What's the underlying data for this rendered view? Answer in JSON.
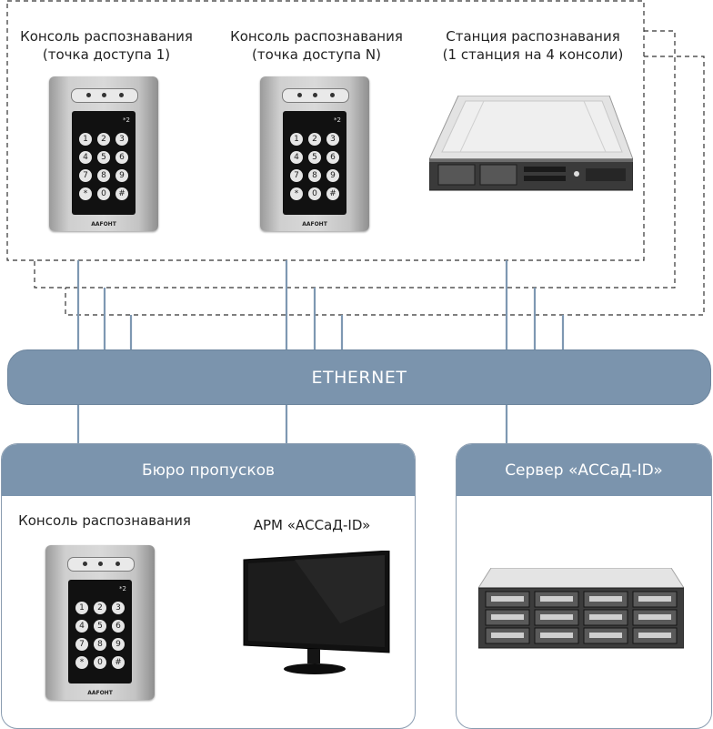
{
  "top_labels": {
    "console_1": [
      "Консоль распознавания",
      "(точка доступа 1)"
    ],
    "console_n": [
      "Консоль распознавания",
      "(точка доступа N)"
    ],
    "station": [
      "Станция распознавания",
      "(1 станция на 4 консоли)"
    ]
  },
  "bus": {
    "label": "ETHERNET"
  },
  "bureau": {
    "title": "Бюро пропусков",
    "console_label": "Консоль распознавания",
    "arm_label": "АРМ «АССаД-ID»"
  },
  "server": {
    "title": "Сервер «АССаД-ID»"
  },
  "device": {
    "keys": [
      "1",
      "2",
      "3",
      "4",
      "5",
      "6",
      "7",
      "8",
      "9",
      "*",
      "0",
      "#"
    ],
    "status": "*2",
    "brand": "AAFOHT"
  },
  "colors": {
    "bus": "#7b94ad",
    "wire": "#7e98b2",
    "dash": "#333333"
  },
  "icons": [
    "console-device",
    "rack-server-1u",
    "storage-server-2u",
    "lcd-monitor"
  ]
}
